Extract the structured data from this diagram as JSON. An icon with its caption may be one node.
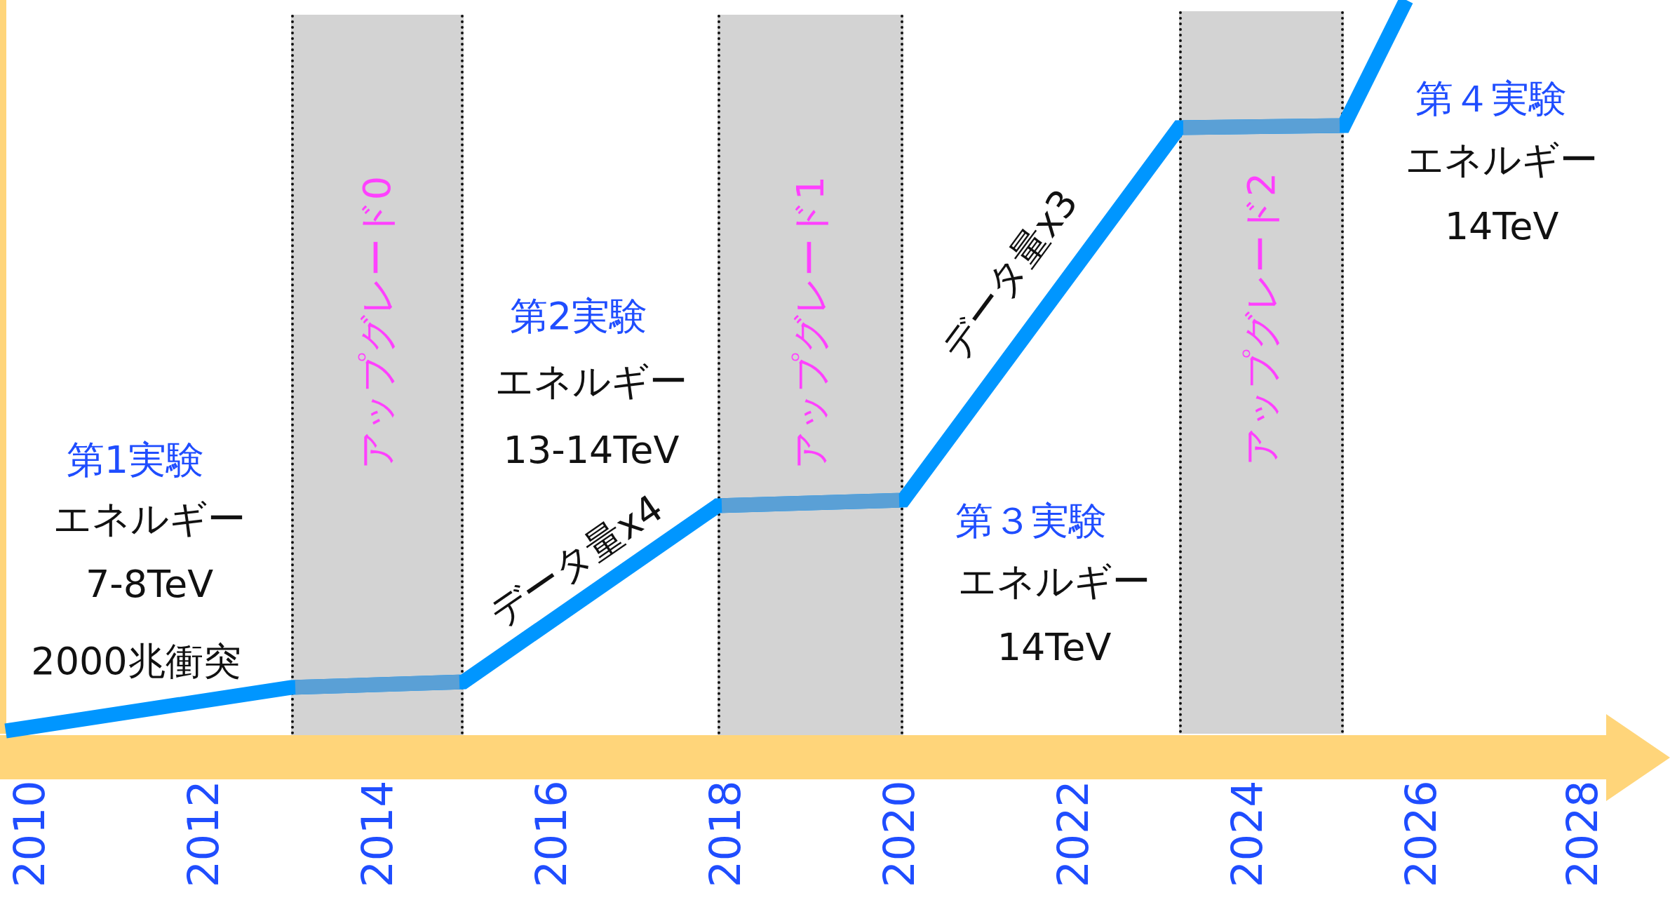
{
  "diagram": {
    "nodes": [
      {
        "text": [
          "アップグレード0"
        ]
      },
      {
        "text": [
          "アップグレード1"
        ]
      },
      {
        "text": [
          "アップグレード2"
        ]
      }
    ],
    "labels": [
      "第1実験",
      "エネルギー",
      "7-8TeV",
      "2000兆衝突",
      "第2実験",
      "エネルギー",
      "13-14TeV",
      "データ量x4",
      "第３実験",
      "エネルギー",
      "14TeV",
      "データ量x3",
      "第４実験",
      "エネルギー",
      "14TeV",
      "2010",
      "2012",
      "2014",
      "2016",
      "2018",
      "2020",
      "2022",
      "2024",
      "2026",
      "2028"
    ]
  }
}
